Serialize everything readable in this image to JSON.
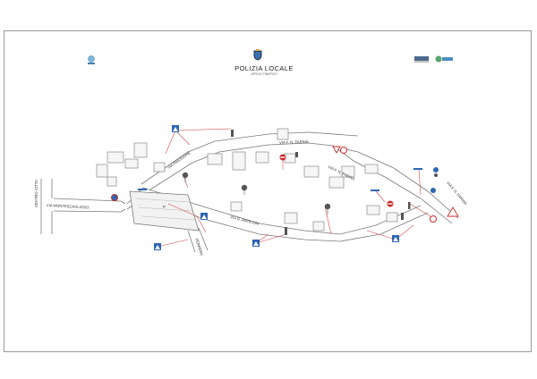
{
  "header": {
    "title": "POLIZIA LOCALE",
    "subtitle": "UFFICIO TRAFFICO",
    "crest_icon": "municipal-crest-icon",
    "left_logo_icon": "city-logo-icon",
    "right_logo_icons": [
      "partner-logo-icon",
      "mobility-logo-icon"
    ]
  },
  "streets": {
    "montescaglioso": "VIA MONTESCAGLIOSO",
    "centro_citta": "CENTRO CITTA'",
    "frassone": "VIA FRASSONE",
    "farina_top": "VIA F. N. FARINA",
    "farina_mid": "VIA F. N. FARINA",
    "farina_right": "VIA F. N. FARINA",
    "marconi": "VIA G. MARCONI",
    "ferrera": "FERRERA",
    "parking": "P"
  },
  "colors": {
    "road": "#7a7a7a",
    "building": "#8a8a8a",
    "callout": "#d44a4a",
    "sign_blue": "#2c66b3",
    "sign_red": "#cc2a2a"
  },
  "sign_icons": [
    "pedestrian-crossing-sign-icon",
    "no-entry-sign-icon",
    "no-parking-sign-icon",
    "give-way-sign-icon",
    "warning-sign-icon",
    "direction-sign-icon"
  ]
}
